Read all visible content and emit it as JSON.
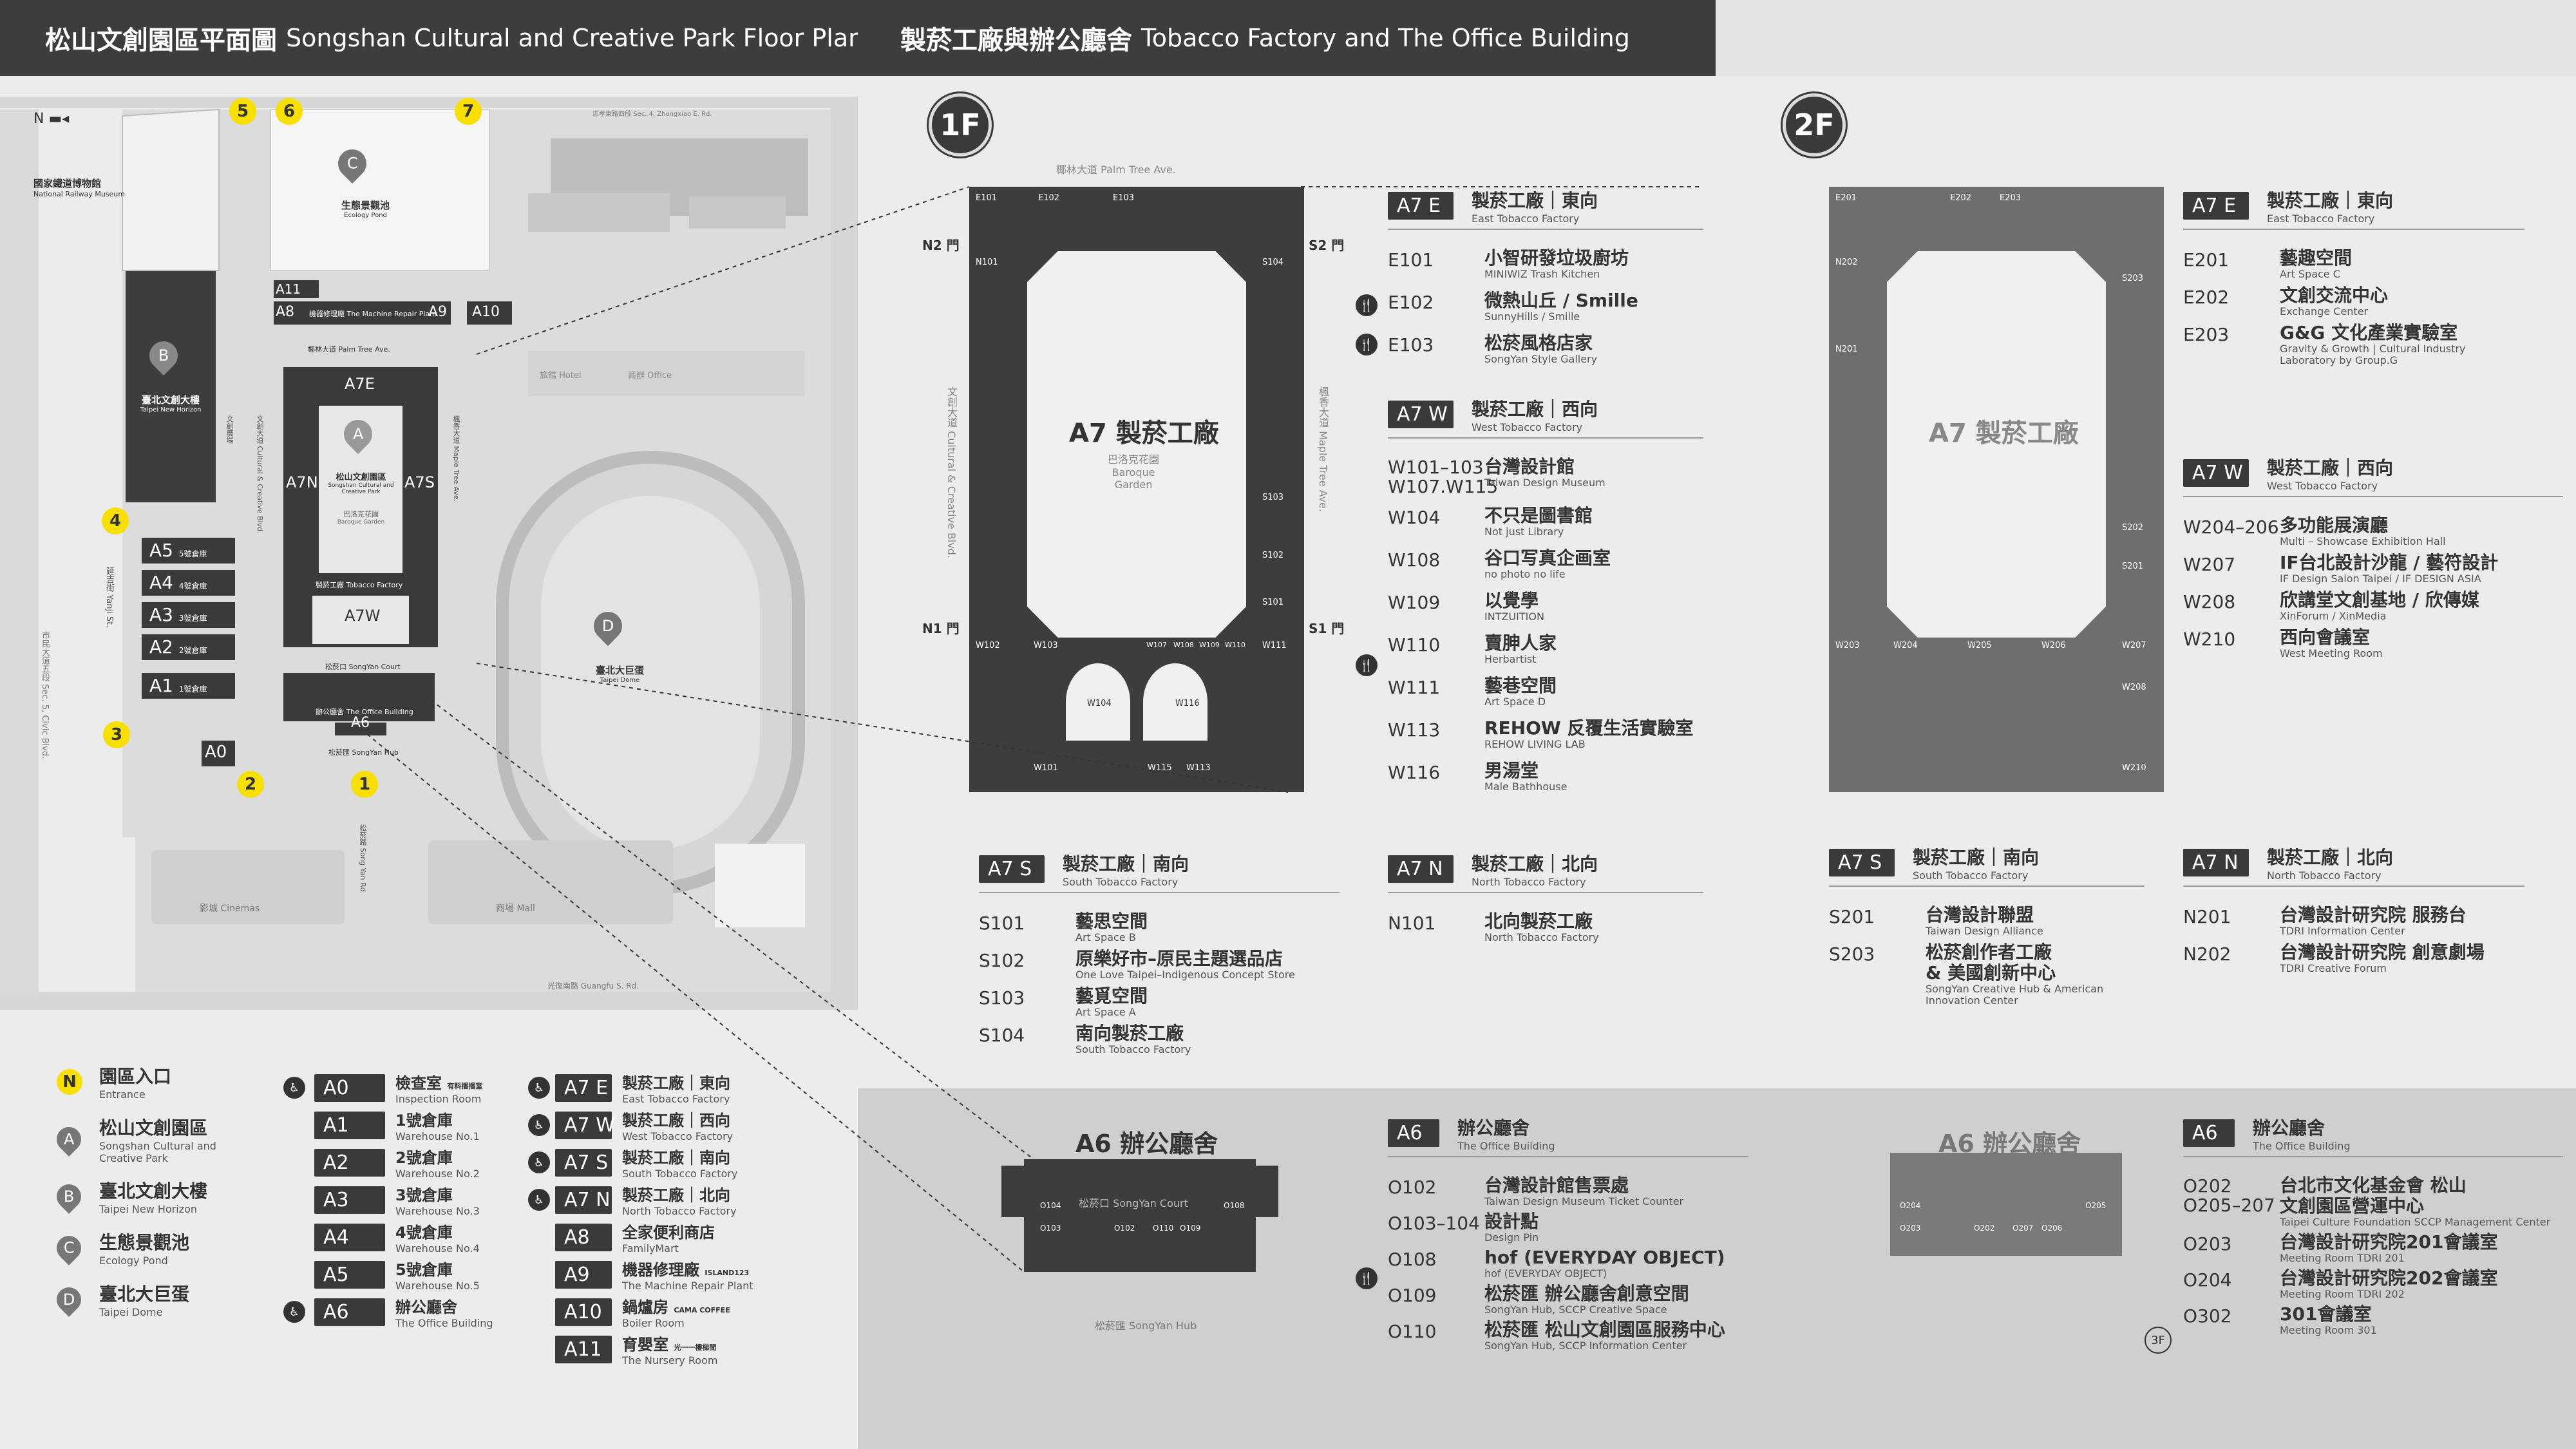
{
  "left_header": {
    "title_zh": "松山文創園區平面圖",
    "title_en": "Songshan Cultural and Creative Park Floor Plan"
  },
  "right_header": {
    "title_zh": "製菸工廠與辦公廳舍",
    "title_en": "Tobacco Factory and The Office Building"
  },
  "map": {
    "north_label": "N",
    "railway_zh": "國家鐵道博物館",
    "railway_en": "National Railway Museum",
    "pond_zh": "生態景觀池",
    "pond_en": "Ecology Pond",
    "dome_zh": "臺北大巨蛋",
    "dome_en": "Taipei Dome",
    "horizon_zh": "臺北文創大樓",
    "horizon_en": "Taipei New Horizon",
    "park_zh": "松山文創園區",
    "park_en": "Songshan Cultural and Creative Park",
    "garden_zh": "巴洛克花園",
    "garden_en": "Baroque Garden",
    "factory_zh": "製菸工廠",
    "factory_en": "Tobacco Factory",
    "office_zh": "辦公廳舍",
    "office_en": "The Office Building",
    "court_zh": "松菸口",
    "court_en": "SongYan Court",
    "hub_zh": "松菸匯",
    "hub_en": "SongYan Hub",
    "hotel_zh": "旅館",
    "hotel_en": "Hotel",
    "office2_zh": "商辦",
    "office2_en": "Office",
    "cinema_zh": "影城",
    "cinema_en": "Cinemas",
    "mall_zh": "商場",
    "mall_en": "Mall",
    "a8_label": "機器修理廠 The Machine Repair Plant",
    "a7e": "A7E",
    "a7n": "A7N",
    "a7s": "A7S",
    "a7w": "A7W",
    "a6": "A6",
    "a0": "A0",
    "a8": "A8",
    "a9": "A9",
    "a10": "A10",
    "a11": "A11",
    "a5": "A5",
    "a4": "A4",
    "a3": "A3",
    "a2": "A2",
    "a1": "A1",
    "a5_zh": "5號倉庫",
    "a4_zh": "4號倉庫",
    "a3_zh": "3號倉庫",
    "a2_zh": "2號倉庫",
    "a1_zh": "1號倉庫",
    "palm_zh": "椰林大道",
    "palm_en": "Palm Tree Ave.",
    "road_guangfu_zh": "光復南路",
    "road_guangfu_en": "Guangfu S. Rd.",
    "road_zhongxiao_zh": "忠孝東路四段",
    "road_zhongxiao_en": "Sec. 4, Zhongxiao E. Rd.",
    "road_yanji_zh": "延吉街",
    "road_yanji_en": "Yanji St.",
    "road_sec4_zh": "市民大道五段",
    "road_sec4_en": "Sec. 5, Civic Blvd.",
    "road_cultural_zh": "文創大道",
    "road_cultural_en": "Cultural & Creative Blvd.",
    "road_maple_zh": "楓香大道",
    "road_maple_en": "Maple Tree Ave.",
    "road_cultural_plaza": "文創廣場",
    "road_songyan_zh": "松菸路",
    "road_songyan_en": "Song Yan Rd."
  },
  "entries": [
    "5",
    "6",
    "7",
    "4",
    "3",
    "2",
    "1"
  ],
  "legend_left": [
    {
      "icon": "N",
      "zh": "園區入口",
      "en": "Entrance",
      "kind": "entry"
    },
    {
      "icon": "A",
      "zh": "松山文創園區",
      "en": "Songshan Cultural and Creative Park",
      "kind": "pin"
    },
    {
      "icon": "B",
      "zh": "臺北文創大樓",
      "en": "Taipei New Horizon",
      "kind": "pin"
    },
    {
      "icon": "C",
      "zh": "生態景觀池",
      "en": "Ecology Pond",
      "kind": "pin"
    },
    {
      "icon": "D",
      "zh": "臺北大巨蛋",
      "en": "Taipei Dome",
      "kind": "pin"
    }
  ],
  "legend_mid": [
    {
      "code": "A0",
      "zh": "檢查室",
      "en": "Inspection Room",
      "extra": "有料播播室"
    },
    {
      "code": "A1",
      "zh": "1號倉庫",
      "en": "Warehouse No.1"
    },
    {
      "code": "A2",
      "zh": "2號倉庫",
      "en": "Warehouse No.2"
    },
    {
      "code": "A3",
      "zh": "3號倉庫",
      "en": "Warehouse No.3"
    },
    {
      "code": "A4",
      "zh": "4號倉庫",
      "en": "Warehouse No.4"
    },
    {
      "code": "A5",
      "zh": "5號倉庫",
      "en": "Warehouse No.5"
    },
    {
      "code": "A6",
      "zh": "辦公廳舍",
      "en": "The Office Building"
    }
  ],
  "legend_right": [
    {
      "code": "A7 E",
      "zh": "製菸工廠｜東向",
      "en": "East Tobacco Factory"
    },
    {
      "code": "A7 W",
      "zh": "製菸工廠｜西向",
      "en": "West Tobacco Factory"
    },
    {
      "code": "A7 S",
      "zh": "製菸工廠｜南向",
      "en": "South Tobacco Factory"
    },
    {
      "code": "A7 N",
      "zh": "製菸工廠｜北向",
      "en": "North Tobacco Factory"
    },
    {
      "code": "A8",
      "zh": "全家便利商店",
      "en": "FamilyMart"
    },
    {
      "code": "A9",
      "zh": "機器修理廠",
      "en": "The Machine Repair Plant",
      "extra": "ISLAND123"
    },
    {
      "code": "A10",
      "zh": "鍋爐房",
      "en": "Boiler Room",
      "extra": "CAMA COFFEE"
    },
    {
      "code": "A11",
      "zh": "育嬰室",
      "en": "The Nursery Room",
      "extra": "光一一樓梯間"
    }
  ],
  "floors": {
    "f1": "1F",
    "f2": "2F"
  },
  "fp1": {
    "title_zh": "A7 製菸工廠",
    "garden_zh": "巴洛克花園",
    "garden_en1": "Baroque",
    "garden_en2": "Garden",
    "palm": "椰林大道 Palm Tree Ave.",
    "cultural": "文創大道 Cultural & Creative Blvd.",
    "maple": "楓香大道 Maple Tree Ave.",
    "n2": "N2 門",
    "s2": "S2 門",
    "n1": "N1 門",
    "s1": "S1 門",
    "e101": "E101",
    "e102": "E102",
    "e103": "E103",
    "n101": "N101",
    "s104": "S104",
    "s103": "S103",
    "s102": "S102",
    "s101": "S101",
    "w102": "W102",
    "w103": "W103",
    "w104": "W104",
    "w116": "W116",
    "w101": "W101",
    "w115": "W115",
    "w113": "W113",
    "w111": "W111",
    "w107": "W107",
    "w108": "W108",
    "w109": "W109",
    "w110": "W110"
  },
  "fp2": {
    "title_zh": "A7 製菸工廠",
    "e201": "E201",
    "e202": "E202",
    "e203": "E203",
    "n202": "N202",
    "n201": "N201",
    "s203": "S203",
    "s202": "S202",
    "s201": "S201",
    "w203": "W203",
    "w204": "W204",
    "w205": "W205",
    "w206": "W206",
    "w207": "W207",
    "w208": "W208",
    "w210": "W210"
  },
  "office1": {
    "title_zh": "A6 辦公廳舍",
    "court": "松菸口 SongYan Court",
    "hub": "松菸匯 SongYan Hub",
    "o104": "O104",
    "o103": "O103",
    "o102": "O102",
    "o110": "O110",
    "o109": "O109",
    "o108": "O108"
  },
  "office2": {
    "title_zh": "A6 辦公廳舍",
    "o204": "O204",
    "o203": "O203",
    "o202": "O202",
    "o207": "O207",
    "o206": "O206",
    "o205": "O205"
  },
  "lists": {
    "f1_a7e": {
      "code": "A7 E",
      "zh": "製菸工廠｜東向",
      "en": "East Tobacco Factory",
      "rows": [
        {
          "code": "E101",
          "zh": "小智研發垃圾廚坊",
          "en": "MINIWIZ Trash Kitchen"
        },
        {
          "code": "E102",
          "zh": "微熱山丘 / Smille",
          "en": "SunnyHills / Smille",
          "icon": "fork"
        },
        {
          "code": "E103",
          "zh": "松菸風格店家",
          "en": "SongYan Style Gallery",
          "icon": "fork"
        }
      ]
    },
    "f1_a7w": {
      "code": "A7 W",
      "zh": "製菸工廠｜西向",
      "en": "West Tobacco Factory",
      "rows": [
        {
          "code": "W101–103 W107.W115",
          "zh": "台灣設計館",
          "en": "Taiwan Design Museum"
        },
        {
          "code": "W104",
          "zh": "不只是圖書館",
          "en": "Not just Library"
        },
        {
          "code": "W108",
          "zh": "谷口写真企画室",
          "en": "no photo no life"
        },
        {
          "code": "W109",
          "zh": "以覺學",
          "en": "INTZUITION"
        },
        {
          "code": "W110",
          "zh": "賣胂人家",
          "en": "Herbartist",
          "icon": "fork"
        },
        {
          "code": "W111",
          "zh": "藝巷空間",
          "en": "Art Space D"
        },
        {
          "code": "W113",
          "zh": "REHOW 反覆生活實驗室",
          "en": "REHOW LIVING LAB"
        },
        {
          "code": "W116",
          "zh": "男湯堂",
          "en": "Male Bathhouse"
        }
      ]
    },
    "f1_a7s": {
      "code": "A7 S",
      "zh": "製菸工廠｜南向",
      "en": "South Tobacco Factory",
      "rows": [
        {
          "code": "S101",
          "zh": "藝思空間",
          "en": "Art Space B"
        },
        {
          "code": "S102",
          "zh": "原樂好市–原民主題選品店",
          "en": "One Love Taipei–Indigenous Concept Store"
        },
        {
          "code": "S103",
          "zh": "藝覓空間",
          "en": "Art Space A"
        },
        {
          "code": "S104",
          "zh": "南向製菸工廠",
          "en": "South Tobacco Factory"
        }
      ]
    },
    "f1_a7n": {
      "code": "A7 N",
      "zh": "製菸工廠｜北向",
      "en": "North Tobacco Factory",
      "rows": [
        {
          "code": "N101",
          "zh": "北向製菸工廠",
          "en": "North Tobacco Factory"
        }
      ]
    },
    "f2_a7e": {
      "code": "A7 E",
      "zh": "製菸工廠｜東向",
      "en": "East Tobacco Factory",
      "rows": [
        {
          "code": "E201",
          "zh": "藝趣空間",
          "en": "Art Space C"
        },
        {
          "code": "E202",
          "zh": "文創交流中心",
          "en": "Exchange Center"
        },
        {
          "code": "E203",
          "zh": "G&G 文化產業實驗室",
          "en": "Gravity & Growth | Cultural Industry Laboratory by Group.G"
        }
      ]
    },
    "f2_a7w": {
      "code": "A7 W",
      "zh": "製菸工廠｜西向",
      "en": "West Tobacco Factory",
      "rows": [
        {
          "code": "W204–206",
          "zh": "多功能展演廳",
          "en": "Multi – Showcase Exhibition Hall"
        },
        {
          "code": "W207",
          "zh": "IF台北設計沙龍 / 藝符設計",
          "en": "IF Design Salon Taipei / IF DESIGN ASIA"
        },
        {
          "code": "W208",
          "zh": "欣講堂文創基地 / 欣傳媒",
          "en": "XinForum / XinMedia"
        },
        {
          "code": "W210",
          "zh": "西向會議室",
          "en": "West Meeting Room"
        }
      ]
    },
    "f2_a7s": {
      "code": "A7 S",
      "zh": "製菸工廠｜南向",
      "en": "South Tobacco Factory",
      "rows": [
        {
          "code": "S201",
          "zh": "台灣設計聯盟",
          "en": "Taiwan Design Alliance"
        },
        {
          "code": "S203",
          "zh": "松菸創作者工廠 & 美國創新中心",
          "en": "SongYan Creative Hub & American Innovation Center"
        }
      ]
    },
    "f2_a7n": {
      "code": "A7 N",
      "zh": "製菸工廠｜北向",
      "en": "North Tobacco Factory",
      "rows": [
        {
          "code": "N201",
          "zh": "台灣設計研究院 服務台",
          "en": "TDRI Information Center"
        },
        {
          "code": "N202",
          "zh": "台灣設計研究院 創意劇場",
          "en": "TDRI Creative Forum"
        }
      ]
    },
    "f1_a6": {
      "code": "A6",
      "zh": "辦公廳舍",
      "en": "The Office Building",
      "rows": [
        {
          "code": "O102",
          "zh": "台灣設計館售票處",
          "en": "Taiwan Design Museum Ticket Counter"
        },
        {
          "code": "O103–104",
          "zh": "設計點",
          "en": "Design Pin"
        },
        {
          "code": "O108",
          "zh": "hof (EVERYDAY OBJECT)",
          "en": "hof (EVERYDAY OBJECT)",
          "icon": "fork"
        },
        {
          "code": "O109",
          "zh": "松菸匯 辦公廳舍創意空間",
          "en": "SongYan Hub, SCCP Creative Space"
        },
        {
          "code": "O110",
          "zh": "松菸匯 松山文創園區服務中心",
          "en": "SongYan Hub, SCCP Information Center"
        }
      ]
    },
    "f2_a6": {
      "code": "A6",
      "zh": "辦公廳舍",
      "en": "The Office Building",
      "rows": [
        {
          "code": "O202 O205–207",
          "zh": "台北市文化基金會 松山文創園區營運中心",
          "en": "Taipei Culture Foundation SCCP Management Center"
        },
        {
          "code": "O203",
          "zh": "台灣設計研究院201會議室",
          "en": "Meeting Room TDRI 201"
        },
        {
          "code": "O204",
          "zh": "台灣設計研究院202會議室",
          "en": "Meeting Room TDRI 202"
        },
        {
          "code": "O302",
          "zh": "301會議室",
          "en": "Meeting Room 301",
          "icon": "3F"
        }
      ]
    }
  }
}
